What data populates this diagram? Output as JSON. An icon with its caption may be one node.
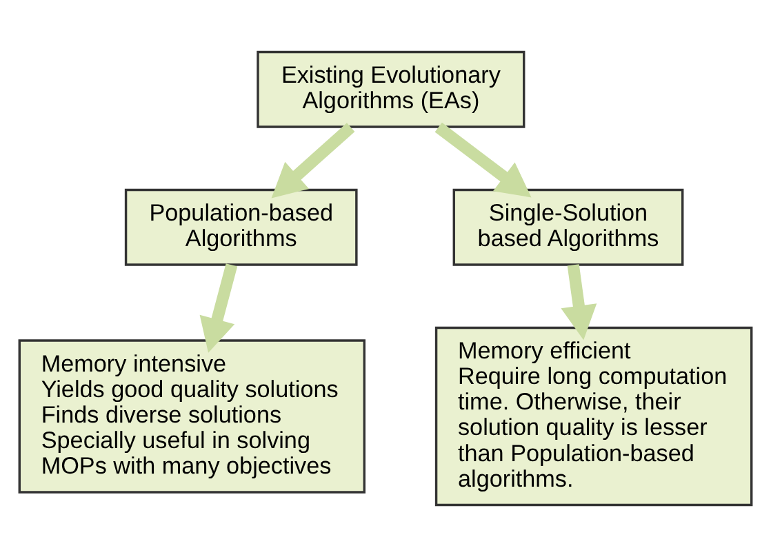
{
  "diagram": {
    "nodes": [
      {
        "text": [
          "Existing Evolutionary Algorithms (EAs)"
        ]
      },
      {
        "text": [
          "Population-based Algorithms"
        ]
      },
      {
        "text": [
          "Single-Solution based Algorithms"
        ]
      },
      {
        "text": [
          "Memory intensive",
          "Yields good quality solutions",
          "Finds diverse solutions",
          "Specially useful in solving MOPs with many objectives"
        ]
      },
      {
        "text": [
          "Memory efficient",
          "Require long computation time. Otherwise, their solution quality is lesser than Population-based algorithms."
        ]
      }
    ],
    "edges": [
      {
        "from": 0,
        "to": 1,
        "arrow": "to"
      },
      {
        "from": 0,
        "to": 2,
        "arrow": "to"
      },
      {
        "from": 1,
        "to": 3,
        "arrow": "to"
      },
      {
        "from": 2,
        "to": 4,
        "arrow": "to"
      }
    ]
  }
}
